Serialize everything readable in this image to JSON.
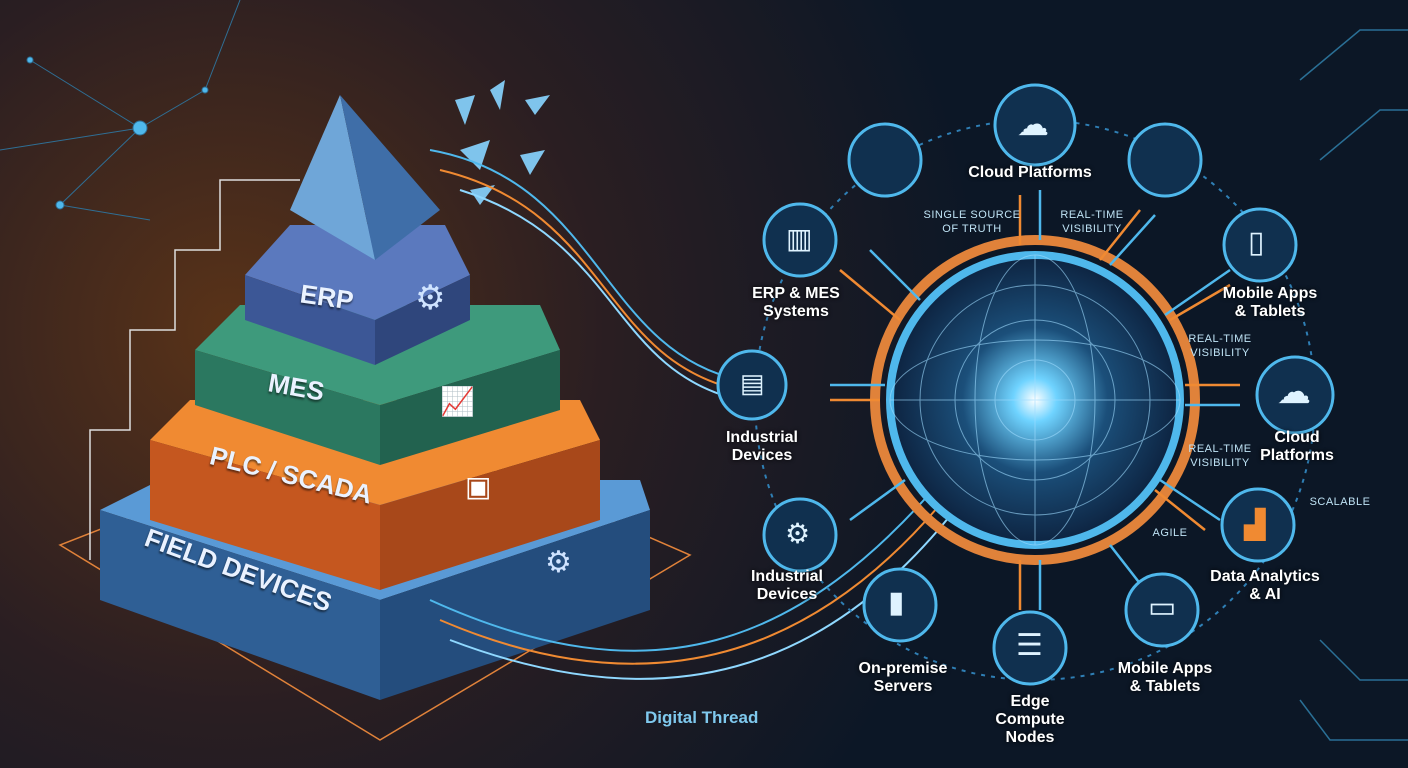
{
  "pyramid": {
    "layers": [
      "ERP",
      "MES",
      "PLC / SCADA",
      "FIELD DEVICES"
    ]
  },
  "digital_thread": "Digital Thread",
  "nodes": [
    {
      "label": "Cloud Platforms",
      "icon": "cloud-gear-icon"
    },
    {
      "label": "ERP & MES Systems",
      "icon": "server-rack-icon"
    },
    {
      "label": "Mobile Apps & Tablets",
      "icon": "phone-icon"
    },
    {
      "label": "Industrial Devices",
      "icon": "server-icon"
    },
    {
      "label": "Cloud Platforms",
      "icon": "cloud-upload-icon"
    },
    {
      "label": "Industrial Devices",
      "icon": "robot-arm-icon"
    },
    {
      "label": "Data Analytics & AI",
      "icon": "chart-icon"
    },
    {
      "label": "On-premise Servers",
      "icon": "server-tower-icon"
    },
    {
      "label": "Edge Compute Nodes",
      "icon": "stack-icon"
    },
    {
      "label": "Mobile Apps & Tablets",
      "icon": "tablet-icon"
    }
  ],
  "annotations": {
    "single_source": "SINGLE SOURCE OF TRUTH",
    "realtime_1": "REAL-TIME VISIBILITY",
    "realtime_2": "REAL-TIME VISIBILITY",
    "realtime_3": "REAL-TIME VISIBILITY",
    "scalable": "SCALABLE",
    "agile": "AGILE"
  },
  "colors": {
    "blue": "#4fb8ec",
    "orange": "#f08a32",
    "erp": "#3f5d9a",
    "mes": "#2f7a63",
    "plc": "#d0642a",
    "field": "#3a6ea8"
  }
}
